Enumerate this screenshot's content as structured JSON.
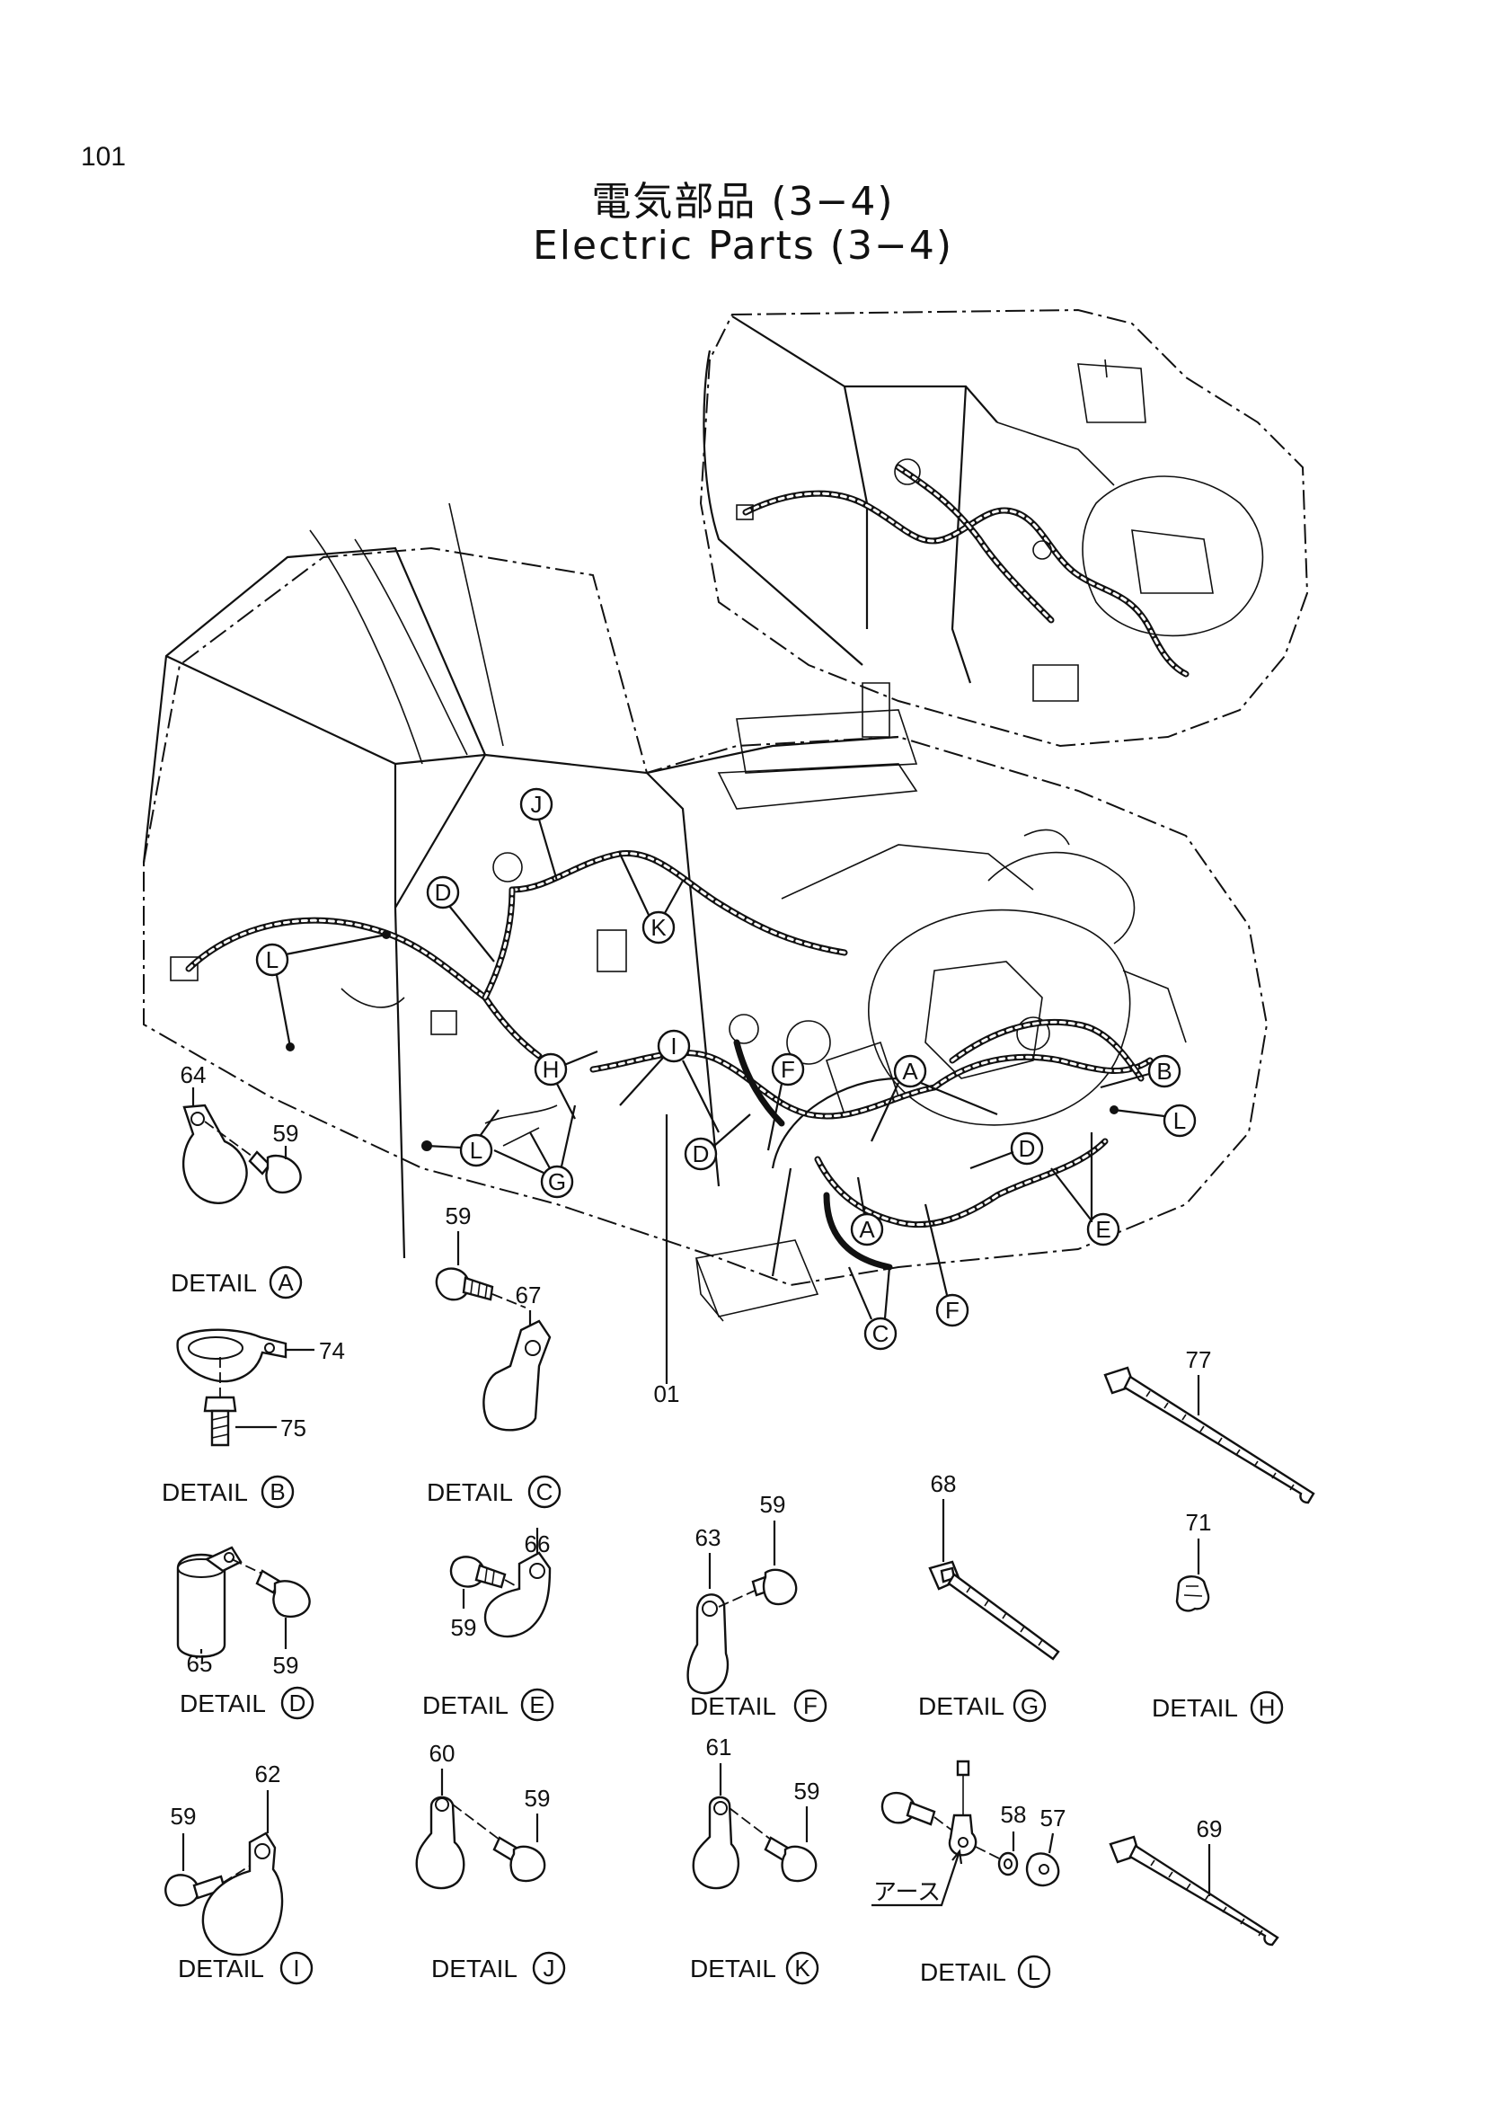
{
  "page": {
    "number": "101"
  },
  "title": {
    "japanese": "電気部品 (3−4)",
    "english": "Electric Parts (3−4)"
  },
  "main_callouts": {
    "letters": [
      "J",
      "D",
      "L",
      "K",
      "H",
      "I",
      "F",
      "A",
      "B",
      "D",
      "L",
      "G",
      "L",
      "D",
      "E",
      "A",
      "F",
      "C"
    ],
    "harness_number": "01"
  },
  "details": {
    "label": "DETAIL",
    "items": [
      {
        "letter": "A",
        "parts": [
          "64",
          "59"
        ]
      },
      {
        "letter": "B",
        "parts": [
          "74",
          "75"
        ]
      },
      {
        "letter": "C",
        "parts": [
          "59",
          "67"
        ]
      },
      {
        "letter": "D",
        "parts": [
          "65",
          "59"
        ]
      },
      {
        "letter": "E",
        "parts": [
          "66",
          "59"
        ]
      },
      {
        "letter": "F",
        "parts": [
          "63",
          "59"
        ]
      },
      {
        "letter": "G",
        "parts": [
          "68"
        ]
      },
      {
        "letter": "H",
        "parts": [
          "71"
        ]
      },
      {
        "letter": "I",
        "parts": [
          "62",
          "59"
        ]
      },
      {
        "letter": "J",
        "parts": [
          "60",
          "59"
        ]
      },
      {
        "letter": "K",
        "parts": [
          "61",
          "59"
        ]
      },
      {
        "letter": "L",
        "parts": [
          "58",
          "57"
        ],
        "ground_label": "アース"
      }
    ]
  },
  "loose_parts": [
    {
      "number": "77"
    },
    {
      "number": "69"
    }
  ]
}
